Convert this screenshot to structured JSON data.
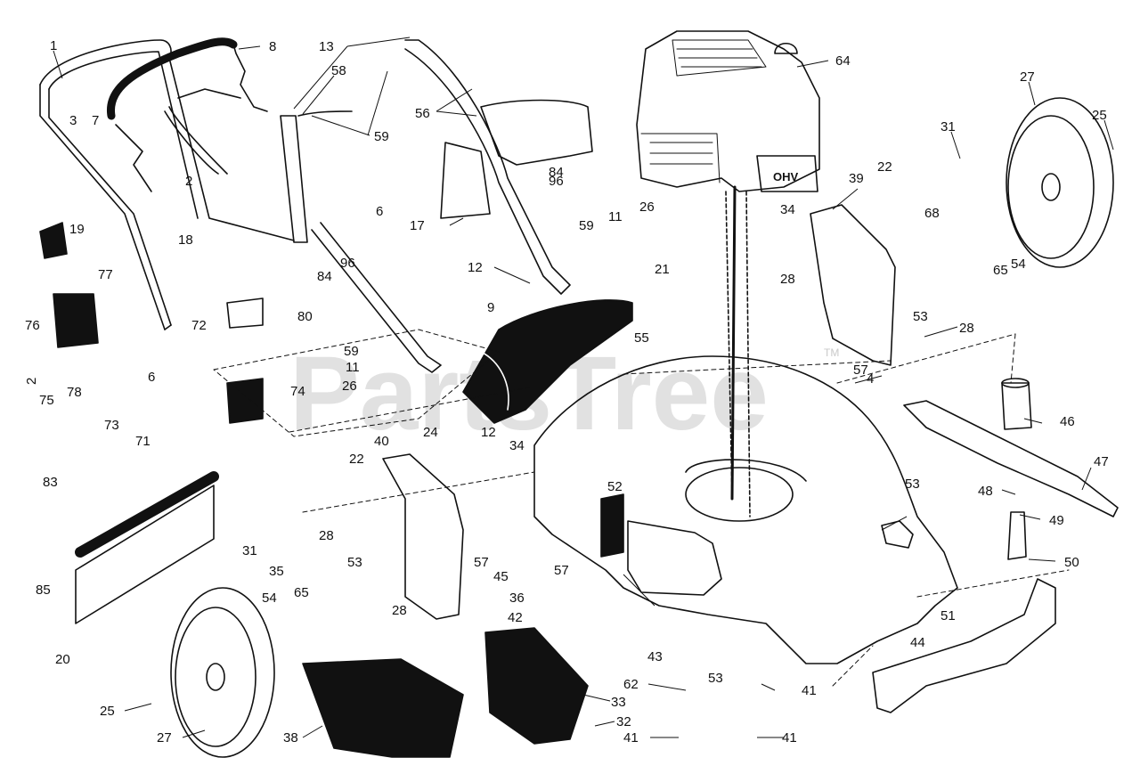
{
  "watermark": {
    "text": "PartsTree",
    "trademark": "TM"
  },
  "engine_label": "OHV",
  "callouts": [
    "1",
    "2",
    "3",
    "4",
    "6",
    "7",
    "8",
    "9",
    "11",
    "12",
    "13",
    "17",
    "18",
    "19",
    "20",
    "21",
    "22",
    "24",
    "25",
    "26",
    "27",
    "28",
    "31",
    "32",
    "33",
    "34",
    "35",
    "36",
    "38",
    "39",
    "40",
    "41",
    "42",
    "43",
    "44",
    "45",
    "46",
    "47",
    "48",
    "49",
    "50",
    "51",
    "52",
    "53",
    "54",
    "55",
    "56",
    "57",
    "58",
    "59",
    "62",
    "64",
    "65",
    "68",
    "71",
    "72",
    "73",
    "74",
    "75",
    "76",
    "77",
    "78",
    "80",
    "83",
    "84",
    "85",
    "96"
  ]
}
